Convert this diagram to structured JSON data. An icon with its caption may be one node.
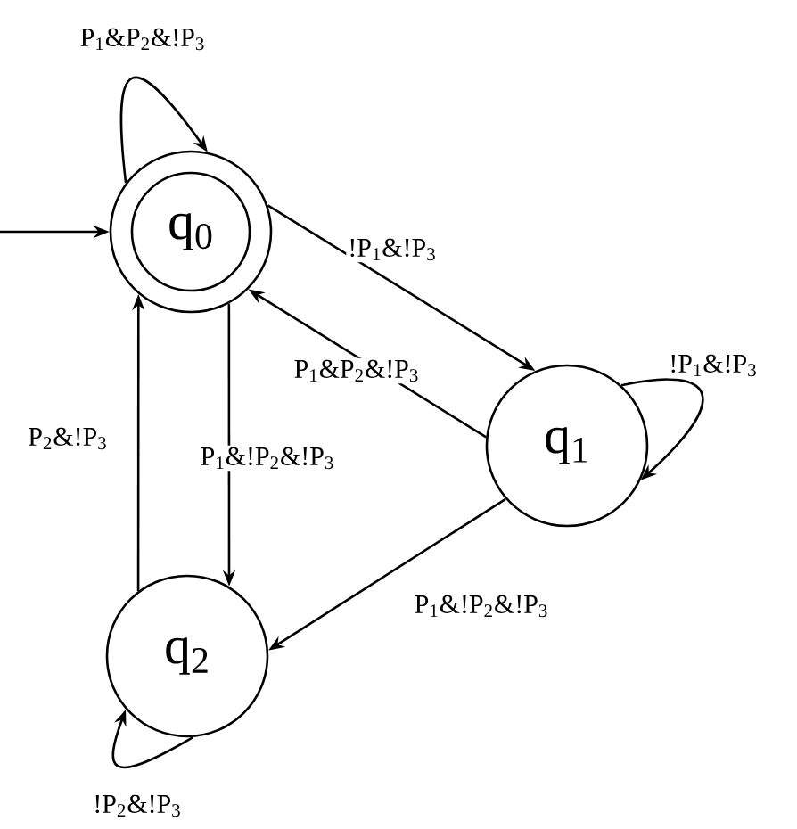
{
  "diagram": {
    "nodes": [
      {
        "text": [
          "q$_{0}$"
        ]
      },
      {
        "text": [
          "q$_{1}$"
        ]
      },
      {
        "text": [
          "q$_{2}$"
        ]
      }
    ],
    "edges": [
      {
        "from": null,
        "to": 0,
        "arrow": "to"
      },
      {
        "from": 0,
        "to": 0,
        "arrow": "to",
        "label": "P$_{1}$&P$_{2}$&!P$_{3}$"
      },
      {
        "from": 0,
        "to": 1,
        "arrow": "to",
        "label": "!P$_{1}$&!P$_{3}$"
      },
      {
        "from": 1,
        "to": 0,
        "arrow": "to",
        "label": "P$_{1}$&P$_{2}$&!P$_{3}$"
      },
      {
        "from": 1,
        "to": 1,
        "arrow": "to",
        "label": "!P$_{1}$&!P$_{3}$"
      },
      {
        "from": 0,
        "to": 2,
        "arrow": "to",
        "label": "P$_{1}$&!P$_{2}$&!P$_{3}$"
      },
      {
        "from": 2,
        "to": 0,
        "arrow": "to",
        "label": "P$_{2}$&!P$_{3}$"
      },
      {
        "from": 1,
        "to": 2,
        "arrow": "to",
        "label": "P$_{1}$&!P$_{2}$&!P$_{3}$"
      },
      {
        "from": 2,
        "to": 2,
        "arrow": "to",
        "label": "!P$_{2}$&!P$_{3}$"
      }
    ]
  }
}
